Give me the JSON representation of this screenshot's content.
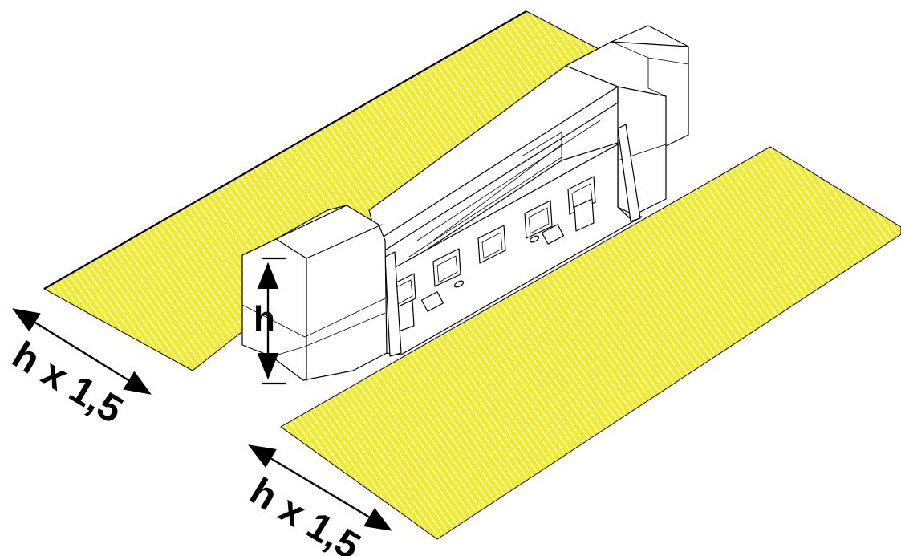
{
  "diagram": {
    "label_height": "h",
    "label_left_zone": "h x 1,5",
    "label_right_zone": "h x 1,5"
  },
  "colors": {
    "zone_fill": "#f2ea2e",
    "zone_stripe": "#ffffff",
    "line": "#000000",
    "background": "#ffffff"
  }
}
